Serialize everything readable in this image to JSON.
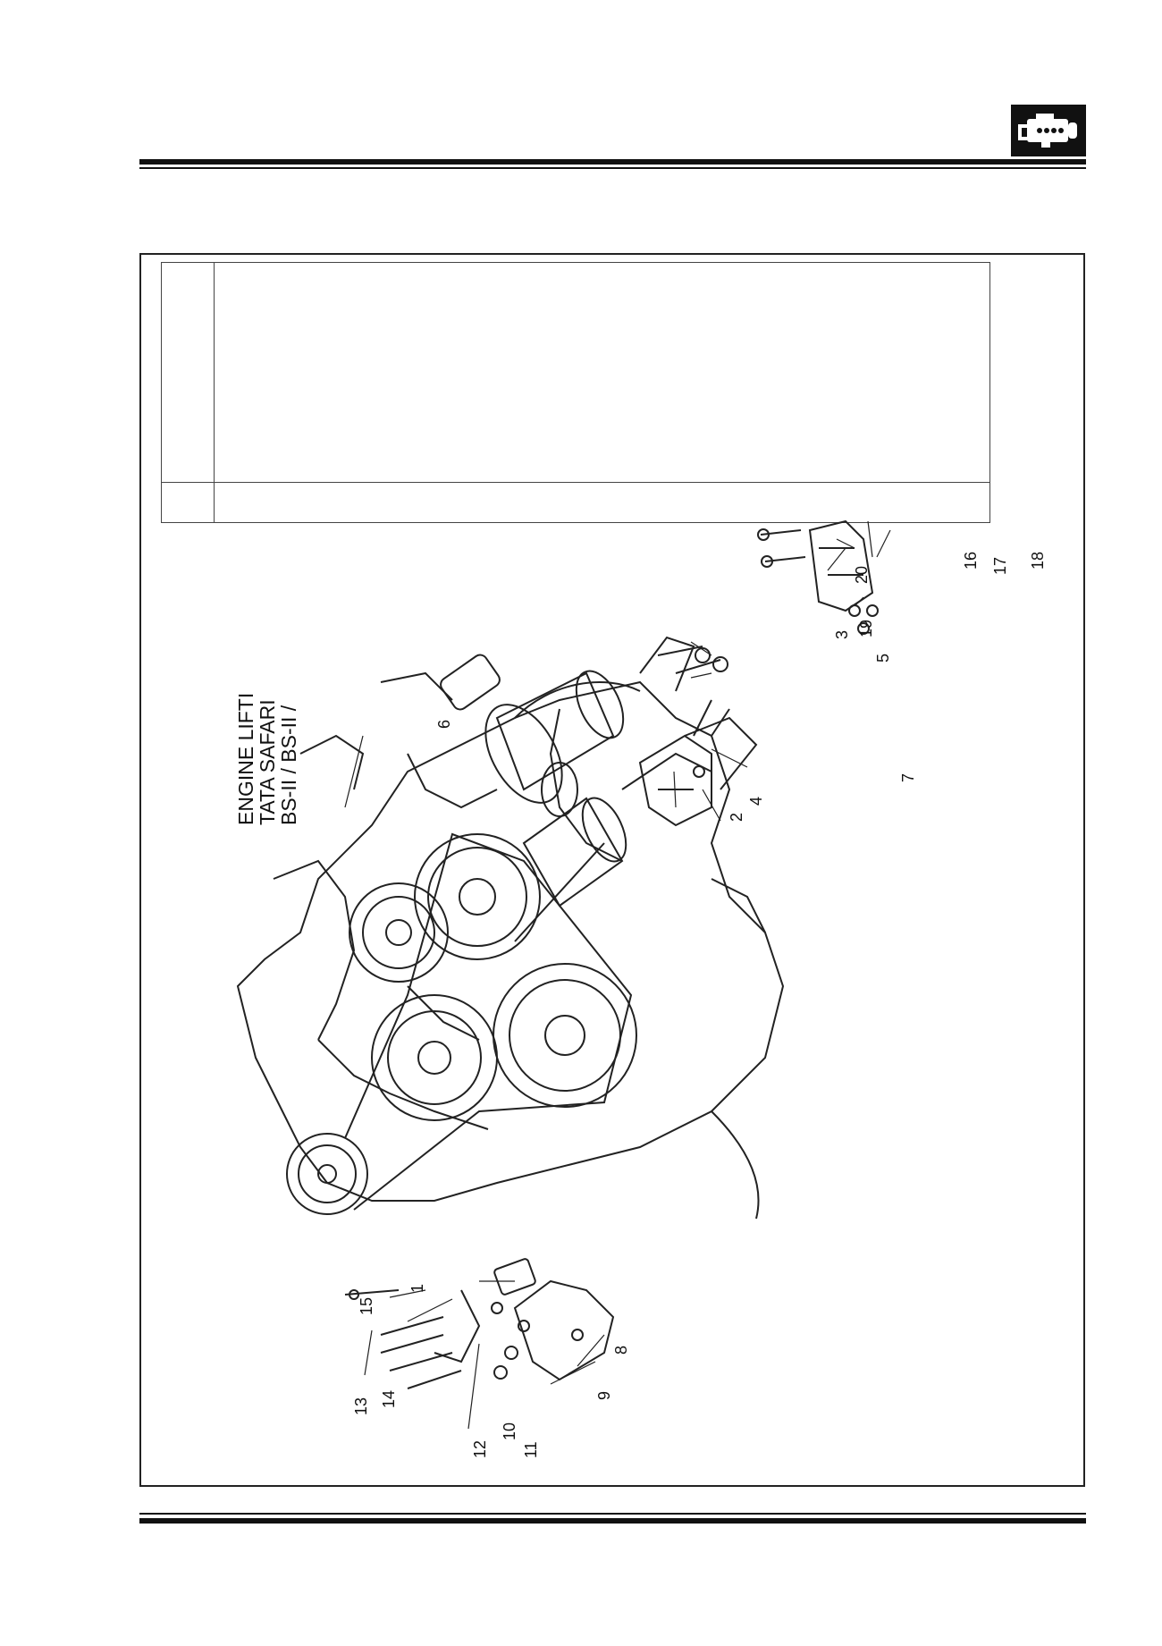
{
  "figure": {
    "title_lines": [
      "ENGINE LIFTI",
      "TATA SAFARI",
      "BS-II / BS-II /"
    ],
    "callouts": [
      "1",
      "2",
      "3",
      "4",
      "5",
      "6",
      "7",
      "8",
      "9",
      "10",
      "11",
      "12",
      "13",
      "14",
      "15",
      "16",
      "17",
      "18",
      "19",
      "20"
    ]
  },
  "header": {
    "icon": "engine-icon"
  },
  "colors": {
    "ink": "#111111",
    "paper": "#ffffff"
  }
}
